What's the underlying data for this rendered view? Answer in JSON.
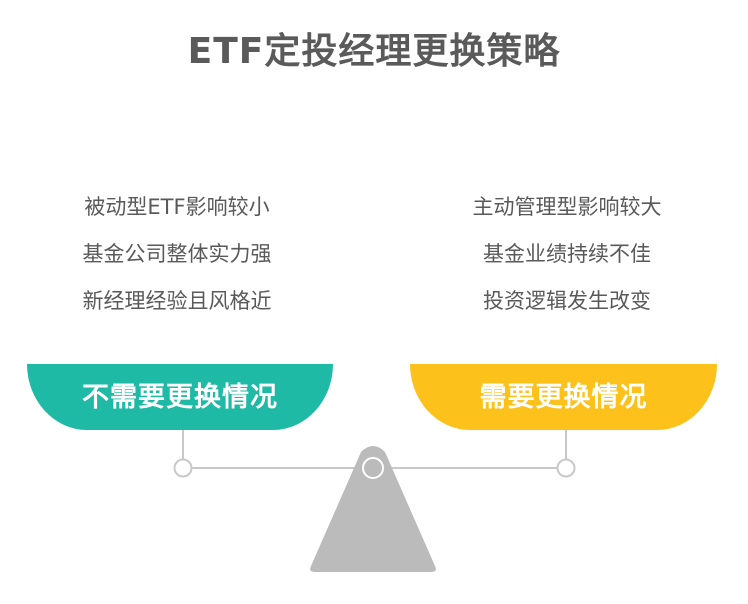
{
  "title": "ETF定投经理更换策略",
  "left": {
    "items": [
      "被动型ETF影响较小",
      "基金公司整体实力强",
      "新经理经验且风格近"
    ],
    "pan_label": "不需要更换情况",
    "color": "#1ebaa6"
  },
  "right": {
    "items": [
      "主动管理型影响较大",
      "基金业绩持续不佳",
      "投资逻辑发生改变"
    ],
    "pan_label": "需要更换情况",
    "color": "#fcc21b"
  },
  "scale": {
    "beam_color": "#c8c8c8",
    "fulcrum_color": "#bbbbbb"
  }
}
